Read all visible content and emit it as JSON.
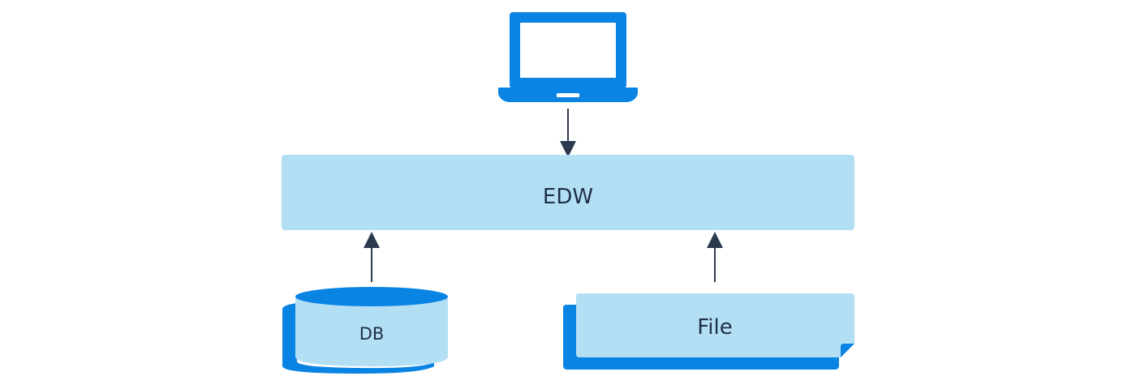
{
  "nodes": {
    "edw": {
      "label": "EDW"
    },
    "db": {
      "label": "DB"
    },
    "file": {
      "label": "File"
    }
  },
  "icons": {
    "laptop": "laptop-icon",
    "database": "database-cylinder-icon",
    "file": "file-stack-icon"
  },
  "edges": [
    {
      "from": "laptop",
      "to": "edw"
    },
    {
      "from": "db",
      "to": "edw"
    },
    {
      "from": "file",
      "to": "edw"
    }
  ],
  "colors": {
    "primary_blue": "#0a84e3",
    "light_blue": "#b3dff5",
    "arrow": "#2b3a4f",
    "text": "#1f2f45",
    "background": "#ffffff"
  }
}
